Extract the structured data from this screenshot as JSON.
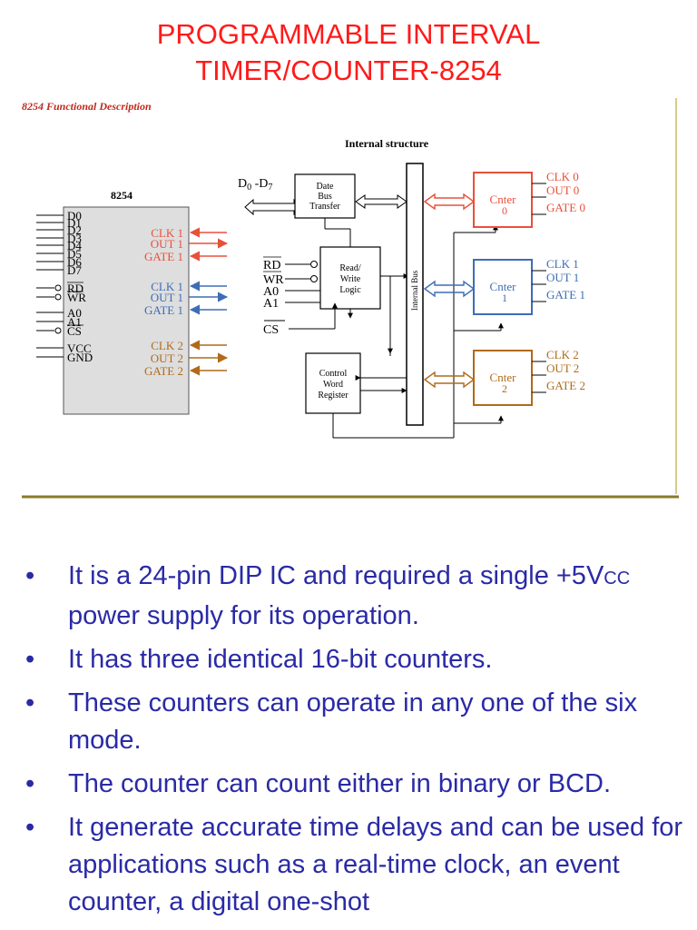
{
  "title": {
    "line1": "PROGRAMMABLE INTERVAL",
    "line2": "TIMER/COUNTER-8254"
  },
  "figure": {
    "caption": "8254 Functional Description",
    "internal_title": "Internal structure",
    "chip_label": "8254",
    "left_pins": [
      "D0",
      "D1",
      "D2",
      "D3",
      "D4",
      "D5",
      "D6",
      "D7",
      "RD",
      "WR",
      "A0",
      "A1",
      "CS",
      "VCC",
      "GND"
    ],
    "right_pins": [
      {
        "label": "CLK 1",
        "color": "#e8503a"
      },
      {
        "label": "OUT 1",
        "color": "#e8503a"
      },
      {
        "label": "GATE 1",
        "color": "#e8503a"
      },
      {
        "label": "CLK 1",
        "color": "#3d6db5"
      },
      {
        "label": "OUT 1",
        "color": "#3d6db5"
      },
      {
        "label": "GATE 1",
        "color": "#3d6db5"
      },
      {
        "label": "CLK 2",
        "color": "#b06a1a"
      },
      {
        "label": "OUT 2",
        "color": "#b06a1a"
      },
      {
        "label": "GATE 2",
        "color": "#b06a1a"
      }
    ],
    "data_bus_label": "D",
    "data_bus_sub0": "0",
    "data_bus_dash": " -D",
    "data_bus_sub7": "7",
    "dbt": [
      "Date",
      "Bus",
      "Transfer"
    ],
    "rwl_inputs": [
      "RD",
      "WR",
      "A0",
      "A1"
    ],
    "rwl": [
      "Read/",
      "Write",
      "Logic"
    ],
    "cs_label": "CS",
    "cwr": [
      "Control",
      "Word",
      "Register"
    ],
    "internal_bus": "Internal Bus",
    "counters": [
      {
        "name": "Cnter",
        "num": "0",
        "pins": [
          "CLK 0",
          "OUT 0",
          "GATE 0"
        ],
        "color": "#e8503a"
      },
      {
        "name": "Cnter",
        "num": "1",
        "pins": [
          "CLK 1",
          "OUT 1",
          "GATE 1"
        ],
        "color": "#3d6db5"
      },
      {
        "name": "Cnter",
        "num": "2",
        "pins": [
          "CLK 2",
          "OUT 2",
          "GATE 2"
        ],
        "color": "#b06a1a"
      }
    ]
  },
  "bullets": [
    {
      "pre": "It is a 24-pin DIP IC and required a single +5V",
      "sub": "CC",
      "post": " power supply for its operation."
    },
    {
      "pre": "It has three identical 16-bit counters.",
      "sub": "",
      "post": ""
    },
    {
      "pre": "These counters can operate in any one of the six mode.",
      "sub": "",
      "post": ""
    },
    {
      "pre": "The counter can count either in binary or BCD.",
      "sub": "",
      "post": ""
    },
    {
      "pre": "It generate accurate time delays and can be used for applications such as a real-time clock, an event counter, a digital one-shot",
      "sub": "",
      "post": ""
    }
  ],
  "bullet_glyph": "•",
  "colors": {
    "title": "#ff1a1a",
    "bullet_text": "#2a2aa6",
    "rule": "#8a7a2a",
    "chip_fill": "#dedede"
  }
}
